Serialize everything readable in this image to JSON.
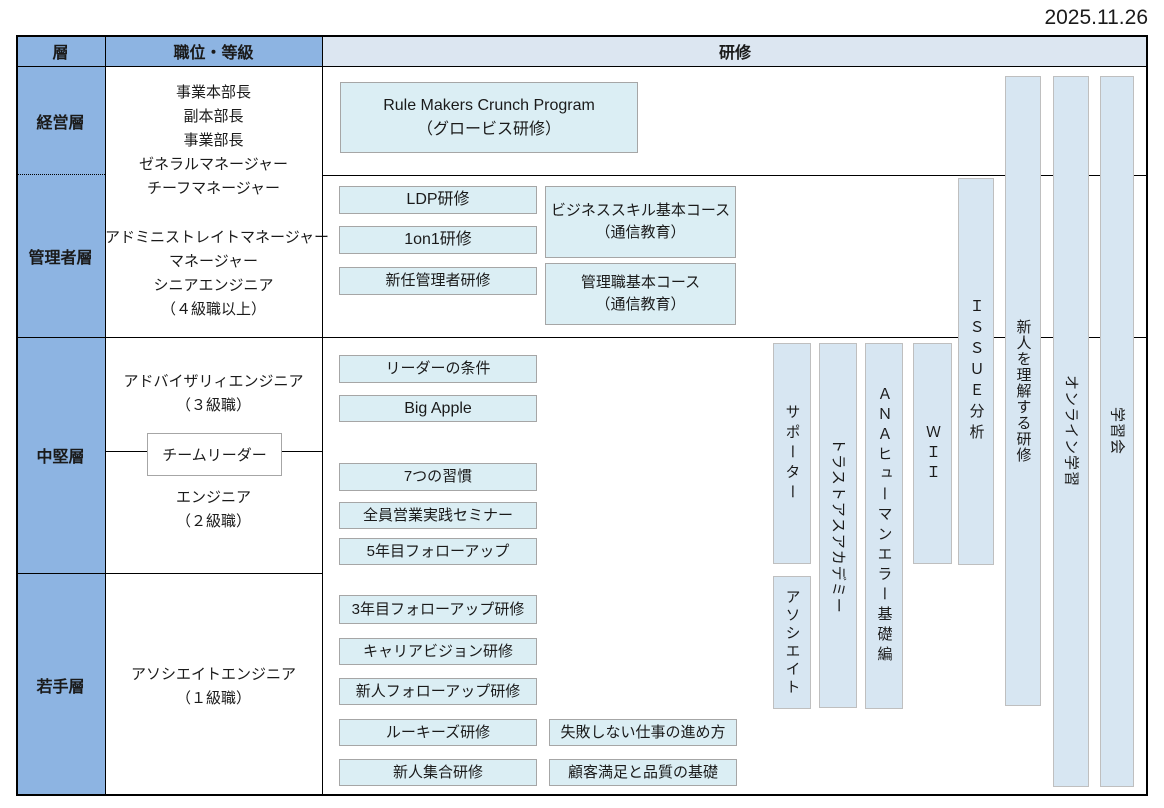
{
  "date": "2025.11.26",
  "headers": {
    "layer": "層",
    "position": "職位・等級",
    "training": "研修"
  },
  "layers": [
    "経営層",
    "管理者層",
    "中堅層",
    "若手層"
  ],
  "positions": {
    "block1": [
      "事業本部長",
      "副本部長",
      "事業部長",
      "ゼネラルマネージャー",
      "チーフマネージャー"
    ],
    "block2": [
      "アドミニストレイトマネージャー",
      "マネージャー",
      "シニアエンジニア",
      "（４級職以上）"
    ],
    "mid_upper": [
      "アドバイザリィエンジニア",
      "（３級職）"
    ],
    "team_leader": "チームリーダー",
    "mid_lower": [
      "エンジニア",
      "（２級職）"
    ],
    "junior": [
      "アソシエイトエンジニア",
      "（１級職）"
    ]
  },
  "trainings": {
    "rule_makers": [
      "Rule Makers Crunch Program",
      "（グロービス研修）"
    ],
    "ldp": "LDP研修",
    "one_on_one": "1on1研修",
    "new_manager": "新任管理者研修",
    "biz_skill": [
      "ビジネススキル基本コース",
      "（通信教育）"
    ],
    "mgmt_basic": [
      "管理職基本コース",
      "（通信教育）"
    ],
    "mid": [
      "リーダーの条件",
      "Big Apple",
      "7つの習慣",
      "全員営業実践セミナー",
      "5年目フォローアップ"
    ],
    "junior_left": [
      "3年目フォローアップ研修",
      "キャリアビジョン研修",
      "新人フォローアップ研修",
      "ルーキーズ研修",
      "新人集合研修"
    ],
    "junior_right": [
      "失敗しない仕事の進め方",
      "顧客満足と品質の基礎"
    ],
    "vertical": [
      "サポーター",
      "アソシエイト",
      "トラストアスアカデミー",
      "ＡＮＡヒューマンエラー基礎編",
      "ＷＩＩ",
      "ＩＳＳＵＥ分析",
      "新人を理解する研修",
      "オンライン学習",
      "学習会"
    ]
  },
  "colors": {
    "header_blue": "#8DB4E2",
    "training_header_blue": "#DCE6F1",
    "box_fill": "#DBEEF4",
    "vertical_box_fill": "#D7E6F2",
    "box_border": "#A6A6A6",
    "grid_line": "#000000"
  }
}
